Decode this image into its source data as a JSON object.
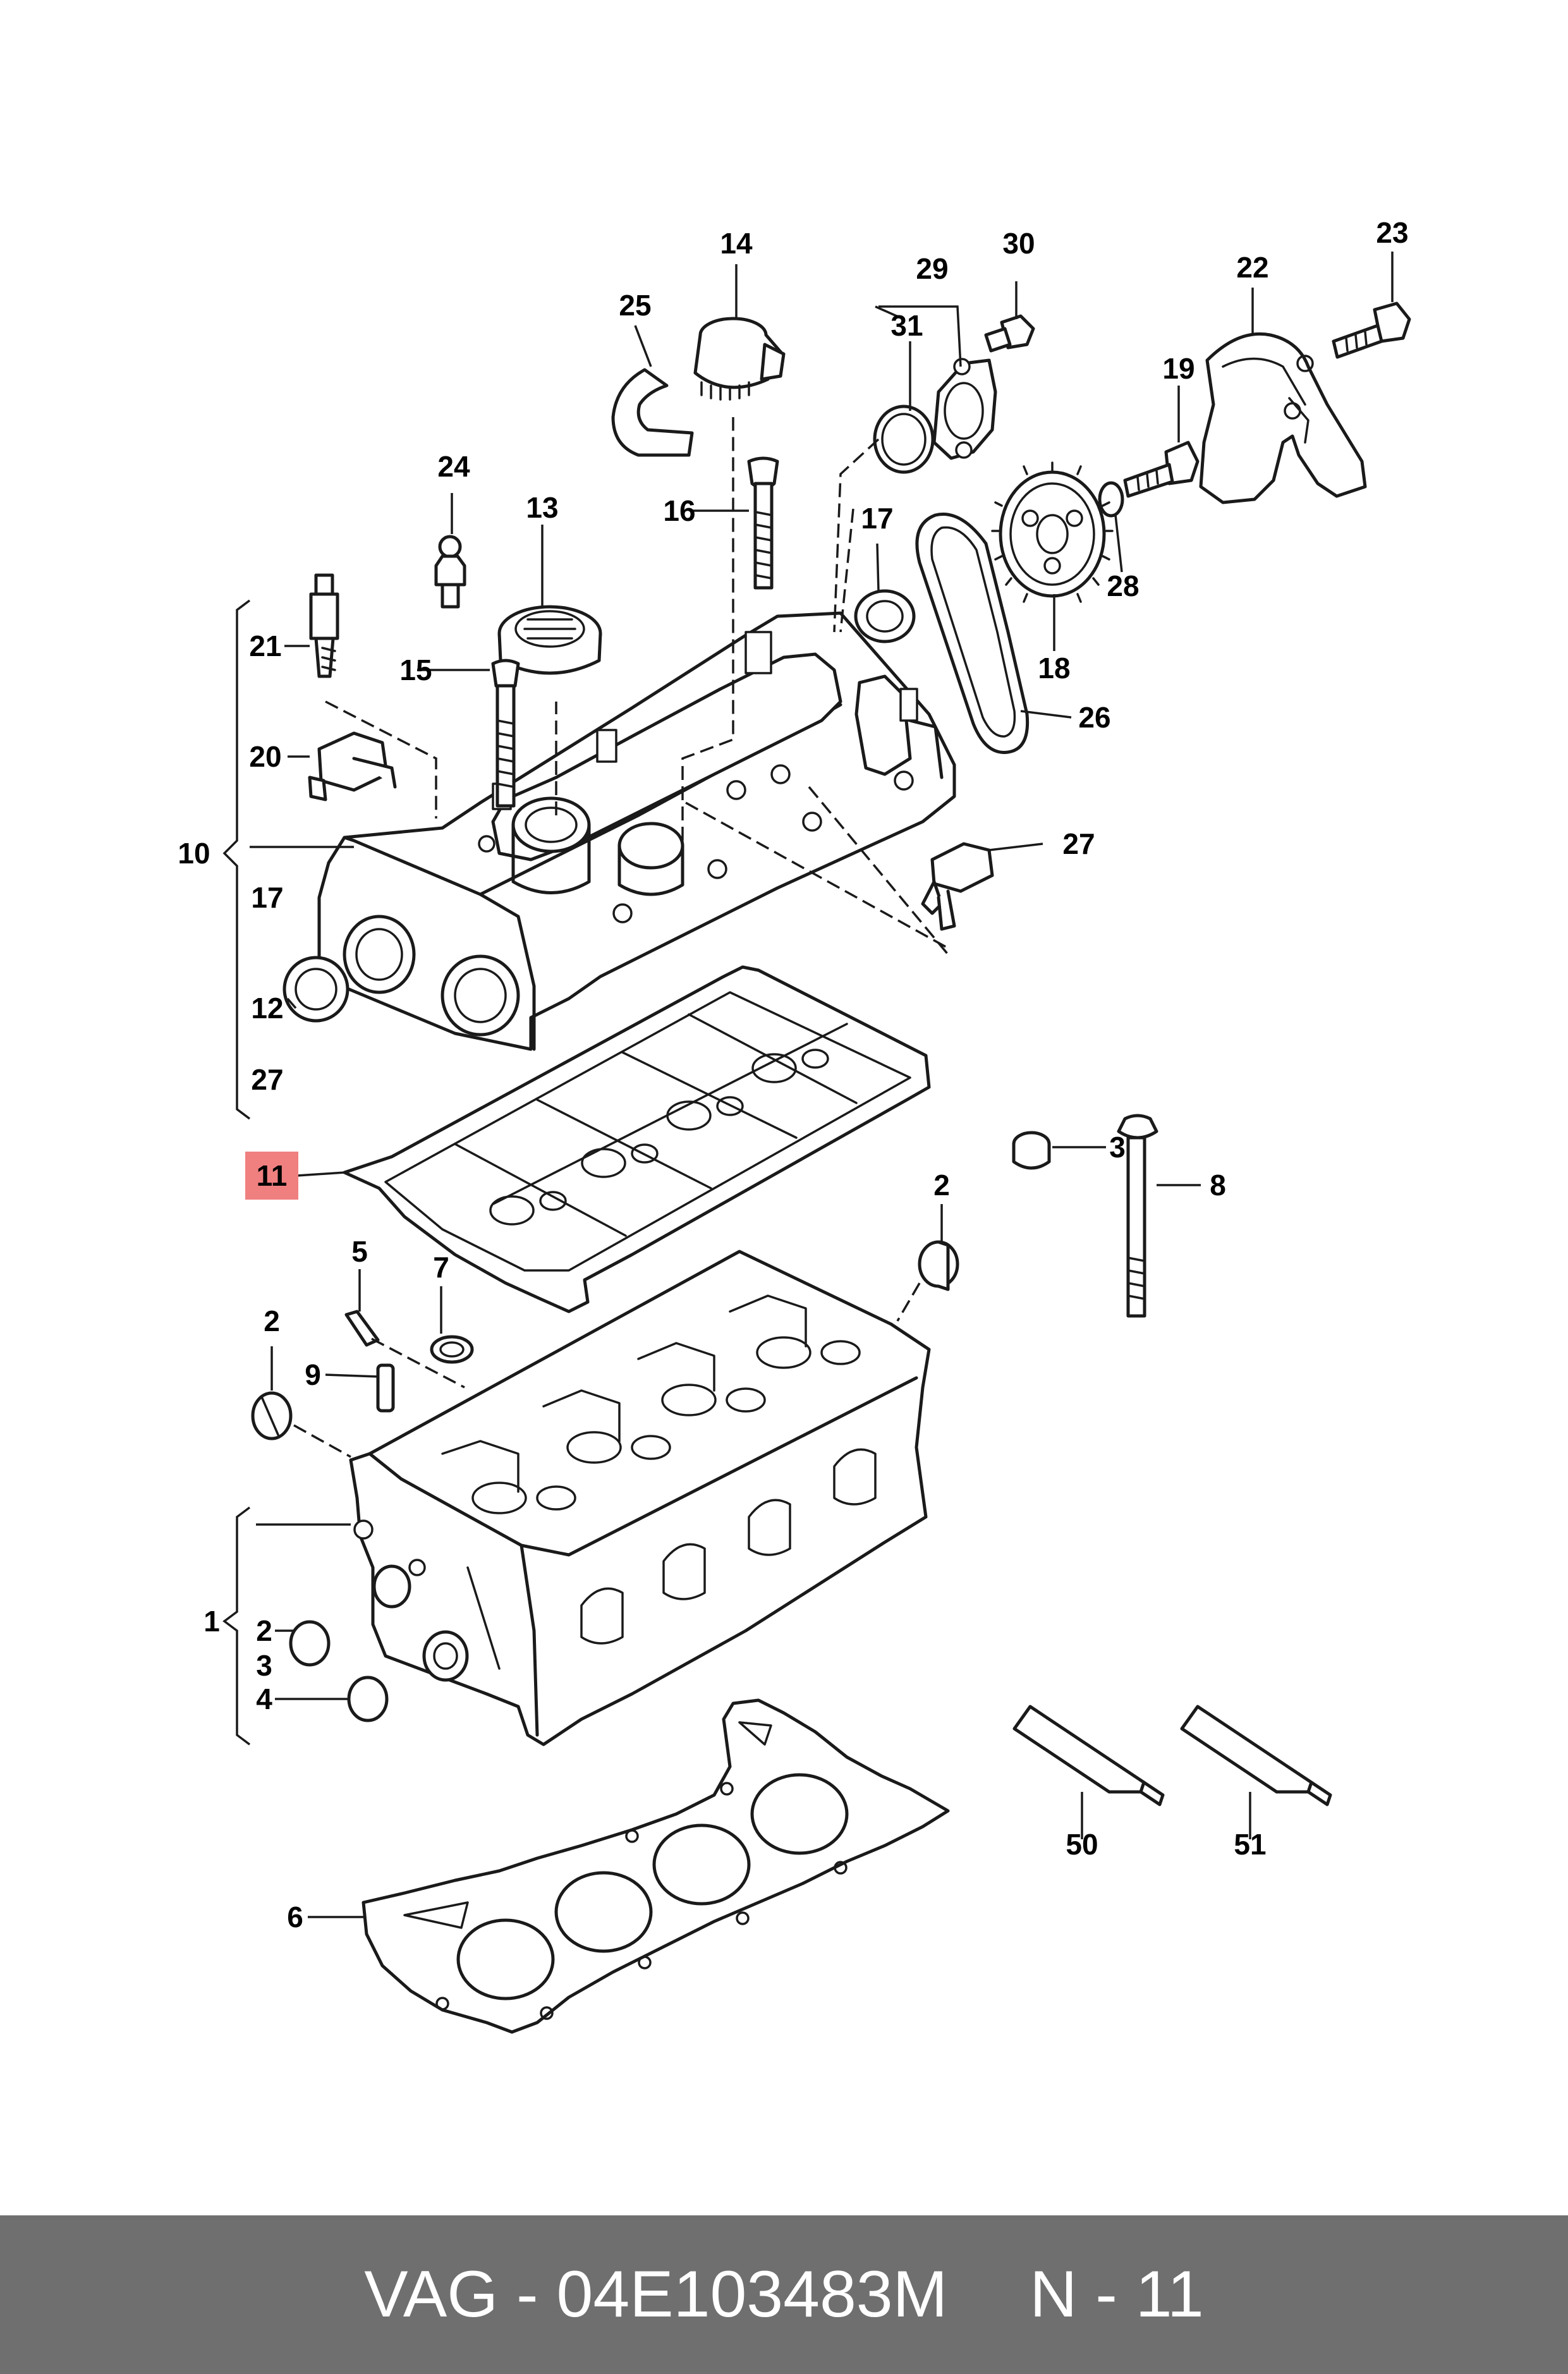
{
  "diagram": {
    "callouts": [
      {
        "label": "14"
      },
      {
        "label": "25"
      },
      {
        "label": "29"
      },
      {
        "label": "30"
      },
      {
        "label": "31"
      },
      {
        "label": "22"
      },
      {
        "label": "23"
      },
      {
        "label": "19"
      },
      {
        "label": "24"
      },
      {
        "label": "13"
      },
      {
        "label": "16"
      },
      {
        "label": "17"
      },
      {
        "label": "28"
      },
      {
        "label": "21"
      },
      {
        "label": "15"
      },
      {
        "label": "18"
      },
      {
        "label": "26"
      },
      {
        "label": "20"
      },
      {
        "label": "10"
      },
      {
        "label": "27"
      },
      {
        "label": "17"
      },
      {
        "label": "12"
      },
      {
        "label": "27"
      },
      {
        "label": "11"
      },
      {
        "label": "3"
      },
      {
        "label": "8"
      },
      {
        "label": "5"
      },
      {
        "label": "7"
      },
      {
        "label": "2"
      },
      {
        "label": "2"
      },
      {
        "label": "9"
      },
      {
        "label": "1"
      },
      {
        "label": "2"
      },
      {
        "label": "3"
      },
      {
        "label": "4"
      },
      {
        "label": "50"
      },
      {
        "label": "51"
      },
      {
        "label": "6"
      }
    ],
    "highlight_color": "#f08080"
  },
  "footer": {
    "part_number": "VAG - 04E103483M",
    "position": "N - 11",
    "background": "#6f6f6f"
  }
}
